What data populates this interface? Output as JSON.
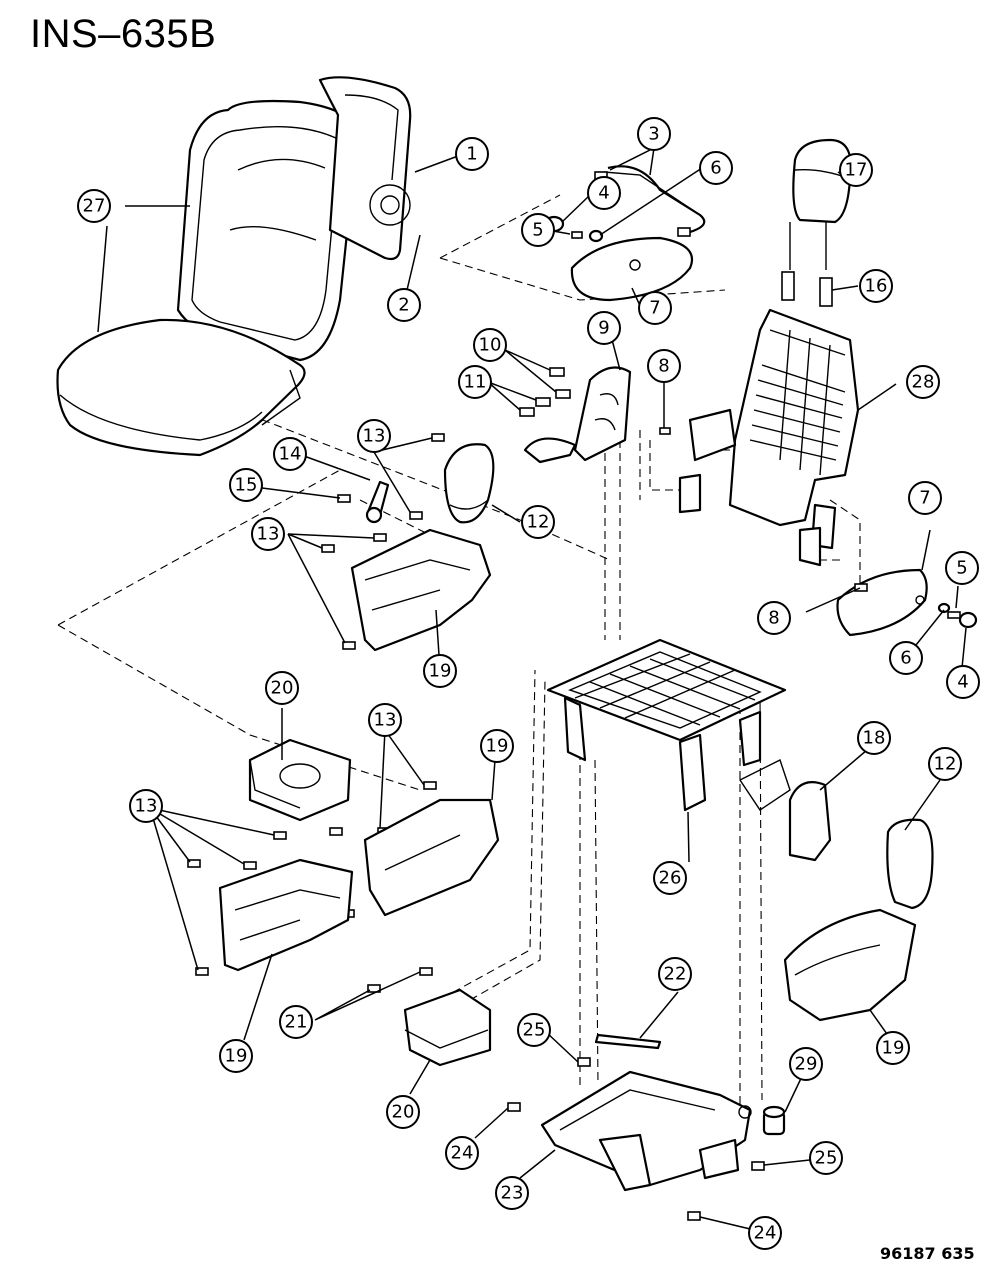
{
  "title": "INS–635B",
  "footer_code": "96187  635",
  "callouts": [
    {
      "id": "c1",
      "label": "1"
    },
    {
      "id": "c2",
      "label": "2"
    },
    {
      "id": "c3",
      "label": "3"
    },
    {
      "id": "c4a",
      "label": "4"
    },
    {
      "id": "c4b",
      "label": "4"
    },
    {
      "id": "c5a",
      "label": "5"
    },
    {
      "id": "c5b",
      "label": "5"
    },
    {
      "id": "c6a",
      "label": "6"
    },
    {
      "id": "c6b",
      "label": "6"
    },
    {
      "id": "c7a",
      "label": "7"
    },
    {
      "id": "c7b",
      "label": "7"
    },
    {
      "id": "c8a",
      "label": "8"
    },
    {
      "id": "c8b",
      "label": "8"
    },
    {
      "id": "c9",
      "label": "9"
    },
    {
      "id": "c10",
      "label": "10"
    },
    {
      "id": "c11",
      "label": "11"
    },
    {
      "id": "c12a",
      "label": "12"
    },
    {
      "id": "c12b",
      "label": "12"
    },
    {
      "id": "c13a",
      "label": "13"
    },
    {
      "id": "c13b",
      "label": "13"
    },
    {
      "id": "c13c",
      "label": "13"
    },
    {
      "id": "c13d",
      "label": "13"
    },
    {
      "id": "c14",
      "label": "14"
    },
    {
      "id": "c15",
      "label": "15"
    },
    {
      "id": "c16",
      "label": "16"
    },
    {
      "id": "c17",
      "label": "17"
    },
    {
      "id": "c18",
      "label": "18"
    },
    {
      "id": "c19a",
      "label": "19"
    },
    {
      "id": "c19b",
      "label": "19"
    },
    {
      "id": "c19c",
      "label": "19"
    },
    {
      "id": "c19d",
      "label": "19"
    },
    {
      "id": "c20a",
      "label": "20"
    },
    {
      "id": "c20b",
      "label": "20"
    },
    {
      "id": "c21",
      "label": "21"
    },
    {
      "id": "c22",
      "label": "22"
    },
    {
      "id": "c23",
      "label": "23"
    },
    {
      "id": "c24a",
      "label": "24"
    },
    {
      "id": "c24b",
      "label": "24"
    },
    {
      "id": "c25a",
      "label": "25"
    },
    {
      "id": "c25b",
      "label": "25"
    },
    {
      "id": "c26",
      "label": "26"
    },
    {
      "id": "c27",
      "label": "27"
    },
    {
      "id": "c28",
      "label": "28"
    },
    {
      "id": "c29",
      "label": "29"
    }
  ]
}
